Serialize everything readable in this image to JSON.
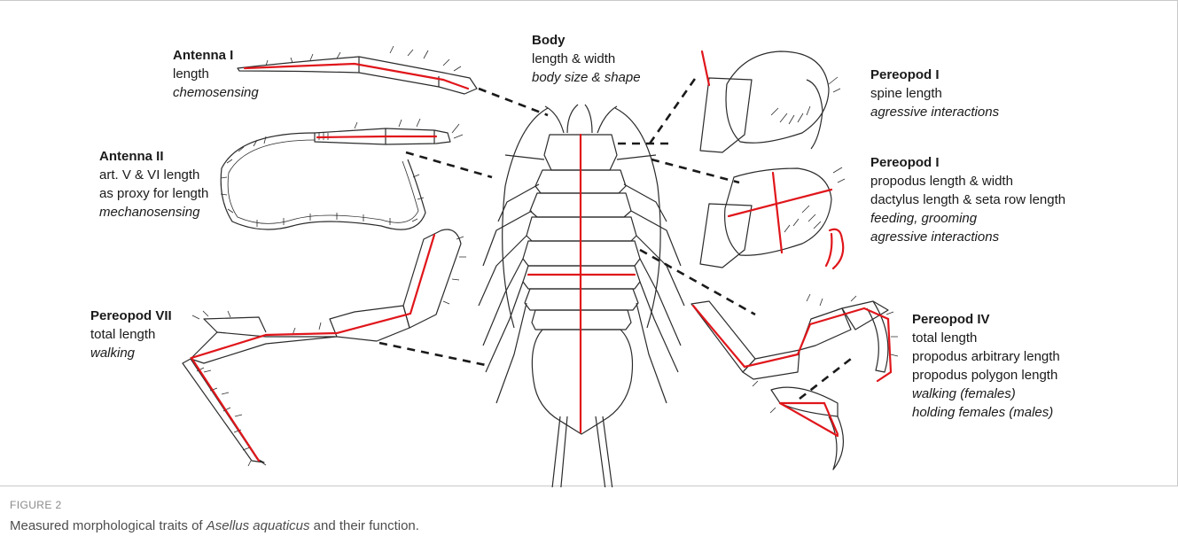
{
  "labels": {
    "antenna1": {
      "title": "Antenna I",
      "l1": "length",
      "l2": "chemosensing"
    },
    "antenna2": {
      "title": "Antenna II",
      "l1": "art. V & VI length",
      "l2": "as proxy for length",
      "l3": "mechanosensing"
    },
    "pereopod7": {
      "title": "Pereopod VII",
      "l1": "total length",
      "l2": "walking"
    },
    "body": {
      "title": "Body",
      "l1": "length & width",
      "l2": "body size & shape"
    },
    "pereopod1a": {
      "title": "Pereopod I",
      "l1": "spine length",
      "l2": "agressive interactions"
    },
    "pereopod1b": {
      "title": "Pereopod I",
      "l1": "propodus length & width",
      "l2": "dactylus length & seta row length",
      "l3": "feeding, grooming",
      "l4": "agressive interactions"
    },
    "pereopod4": {
      "title": "Pereopod IV",
      "l1": "total length",
      "l2": "propodus arbitrary length",
      "l3": "propodus polygon length",
      "l4": "walking (females)",
      "l5": "holding females (males)"
    }
  },
  "figure": {
    "number": "FIGURE 2",
    "caption_pre": "Measured morphological traits of ",
    "caption_species": "Asellus aquaticus",
    "caption_post": " and their function."
  },
  "colors": {
    "measure": "#e0161b",
    "outline": "#2b2b2b",
    "leader": "#1a1a1a"
  }
}
